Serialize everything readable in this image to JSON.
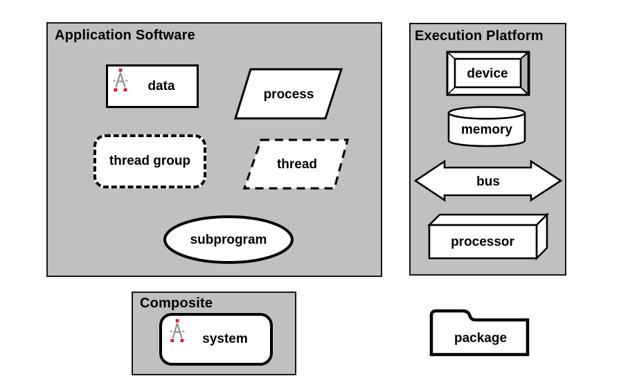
{
  "diagram": {
    "groups": [
      {
        "id": "application-software",
        "title": "Application Software"
      },
      {
        "id": "execution-platform",
        "title": "Execution Platform"
      },
      {
        "id": "composite",
        "title": "Composite"
      }
    ],
    "shapes": {
      "data": "data",
      "process": "process",
      "thread_group": "thread group",
      "thread": "thread",
      "subprogram": "subprogram",
      "device": "device",
      "memory": "memory",
      "bus": "bus",
      "processor": "processor",
      "system": "system",
      "package": "package"
    },
    "colors": {
      "group_background": "#c0c0c0",
      "shape_fill": "#ffffff",
      "outline": "#000000",
      "device_bevel_shade": "#b3b3b3",
      "aadl_icon_red": "#e8112d",
      "aadl_icon_gray": "#8f8f8f"
    },
    "icons": {
      "aadl_logo": "aadl-logo-icon"
    }
  }
}
